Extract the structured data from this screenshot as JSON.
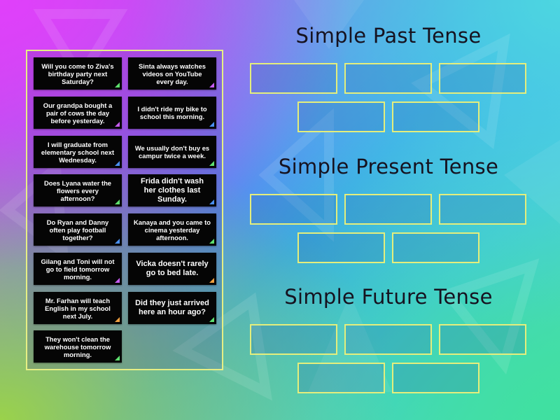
{
  "headings": [
    "Simple Past Tense",
    "Simple Present Tense",
    "Simple Future Tense"
  ],
  "cards": [
    {
      "text": "Will you come to Ziva's birthday party next Saturday?",
      "corner": "#5ee06e",
      "size": "small"
    },
    {
      "text": "Sinta always watches videos on YouTube every day.",
      "corner": "#c65cf0",
      "size": "small"
    },
    {
      "text": "Our grandpa bought a pair of cows the day before yesterday.",
      "corner": "#c65cf0",
      "size": "small"
    },
    {
      "text": "I didn't ride my bike to school this morning.",
      "corner": "#4a8ff0",
      "size": "small"
    },
    {
      "text": "I will graduate from elementary school next Wednesday.",
      "corner": "#4a8ff0",
      "size": "small"
    },
    {
      "text": "We usually don't buy es campur twice a week.",
      "corner": "#5ee06e",
      "size": "small"
    },
    {
      "text": "Does Lyana water the flowers every afternoon?",
      "corner": "#5ee06e",
      "size": "small"
    },
    {
      "text": "Frida didn't wash her clothes last Sunday.",
      "corner": "#4a8ff0",
      "size": "big"
    },
    {
      "text": "Do Ryan and Danny often play football together?",
      "corner": "#4a8ff0",
      "size": "small"
    },
    {
      "text": "Kanaya and you came to cinema yesterday afternoon.",
      "corner": "#5ee06e",
      "size": "small"
    },
    {
      "text": "Gilang and Toni will not go to field tomorrow morning.",
      "corner": "#c65cf0",
      "size": "small"
    },
    {
      "text": "Vicka doesn't rarely go to bed late.",
      "corner": "#f0a040",
      "size": "big"
    },
    {
      "text": "Mr. Farhan will teach English in my school next July.",
      "corner": "#f0a040",
      "size": "small"
    },
    {
      "text": "Did they just arrived here an hour ago?",
      "corner": "#5ee06e",
      "size": "big"
    },
    {
      "text": "They won't clean the warehouse tomorrow morning.",
      "corner": "#5ee06e",
      "size": "small"
    }
  ],
  "colors": {
    "slot_border": "#e4ee7c",
    "panel_border": "#e6ef84",
    "card_bg": "#050505"
  }
}
